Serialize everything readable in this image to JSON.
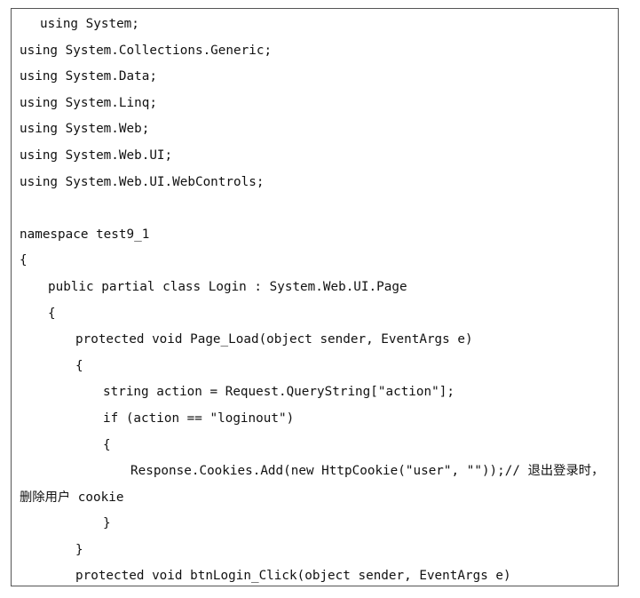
{
  "document": {
    "lines": [
      "using System;",
      "using System.Collections.Generic;",
      "using System.Data;",
      "using System.Linq;",
      "using System.Web;",
      "using System.Web.UI;",
      "using System.Web.UI.WebControls;",
      "",
      "namespace test9_1",
      "{",
      "public partial class Login : System.Web.UI.Page",
      "{",
      "protected void Page_Load(object sender, EventArgs e)",
      "{",
      "string action = Request.QueryString[\"action\"];",
      "if (action == \"loginout\")",
      "{",
      "Response.Cookies.Add(new HttpCookie(\"user\", \"\"));// 退出登录时，",
      "删除用户 cookie",
      "}",
      "}",
      "protected void btnLogin_Click(object sender, EventArgs e)"
    ]
  }
}
